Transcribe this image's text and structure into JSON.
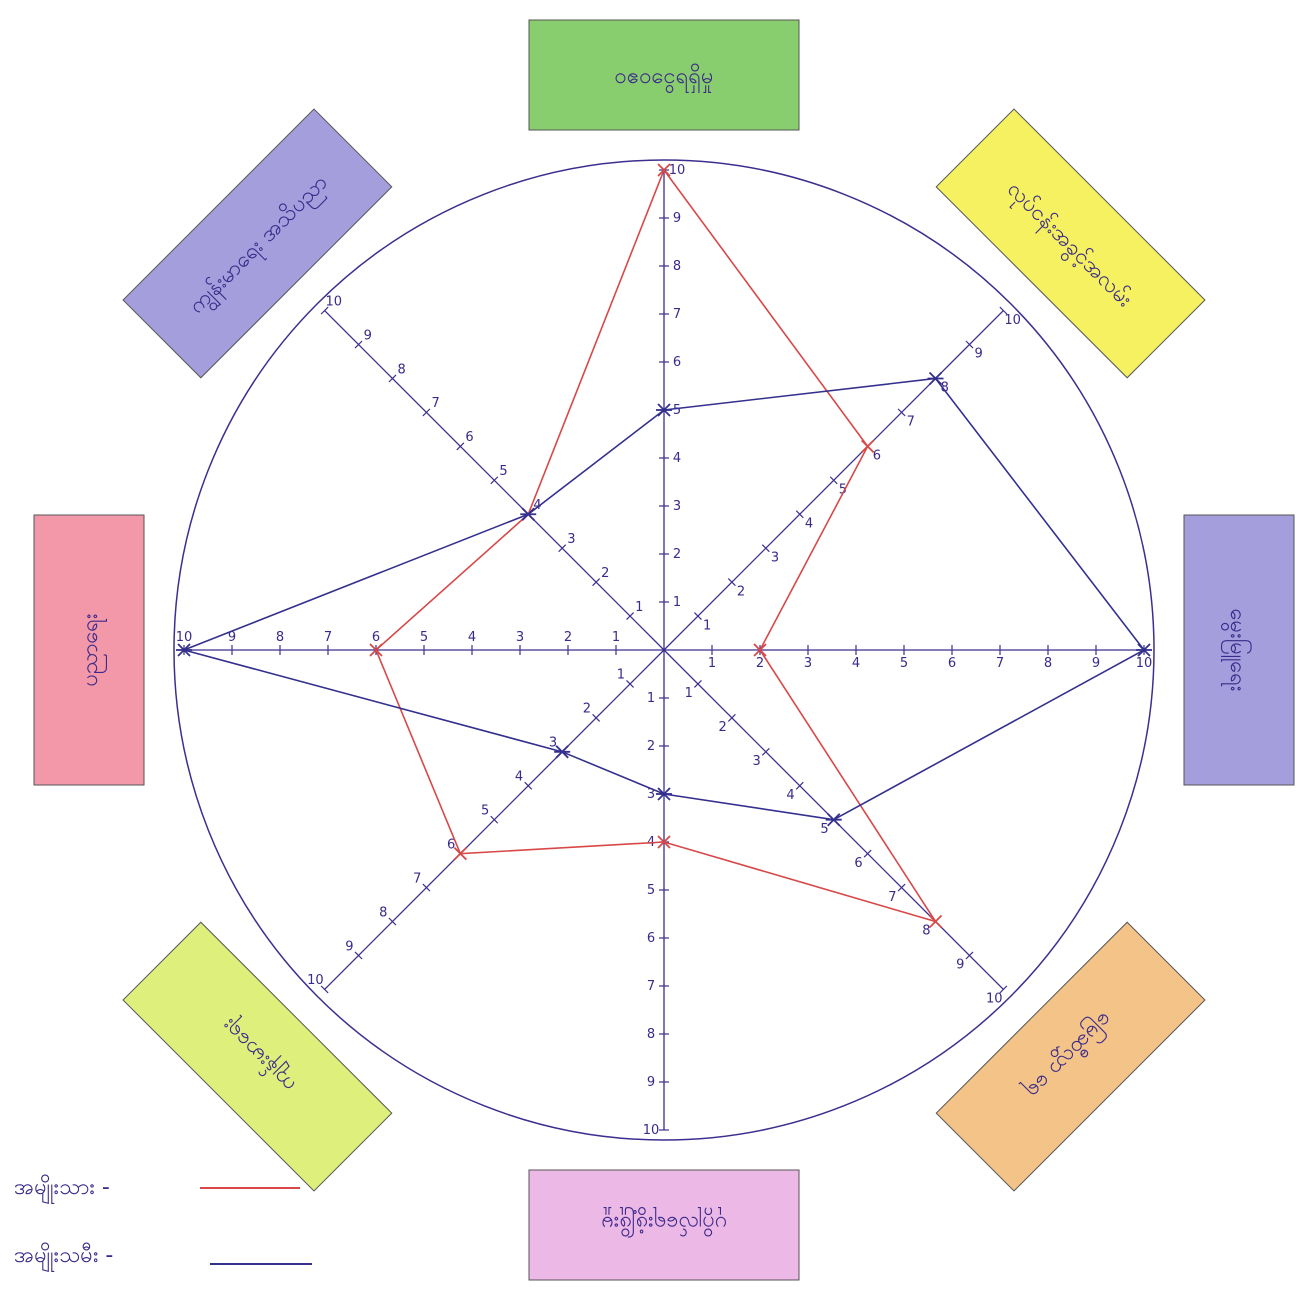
{
  "chart_data": {
    "type": "radar",
    "title": "",
    "scale_max": 10,
    "axes": [
      {
        "label": "ဝဧဝငွေရရှိမှု",
        "color": "#6cc24a"
      },
      {
        "label": "လုပ်ငန်းအခွင့်အလမ်း",
        "color": "#f2ee3a"
      },
      {
        "label": "မွေးမြူရေး",
        "color": "#8e86d4"
      },
      {
        "label": "မြေဆီလွှာ ရေ",
        "color": "#f0b46a"
      },
      {
        "label": "ပုဂ္ဂိုလ်ရေးဖွံ့ဖြိုးမှု",
        "color": "#e7a6e0"
      },
      {
        "label": "ကျန်းမာရေး",
        "color": "#d6ec5a"
      },
      {
        "label": "ပညာရေး",
        "color": "#ef7e93"
      },
      {
        "label": "ကျွန်းမာရေး အသိပညာ",
        "color": "#8e86d4"
      }
    ],
    "series": [
      {
        "name": "အမျိုးသား",
        "color": "#d84848",
        "values": [
          10,
          6,
          2,
          8,
          4,
          6,
          6,
          4
        ]
      },
      {
        "name": "အမျိုးသမီး",
        "color": "#34308e",
        "values": [
          5,
          8,
          10,
          5,
          3,
          3,
          10,
          4
        ]
      }
    ]
  },
  "legend": {
    "men_label": "အမျိုးသား -",
    "women_label": "အမျိုးသမီး -"
  }
}
